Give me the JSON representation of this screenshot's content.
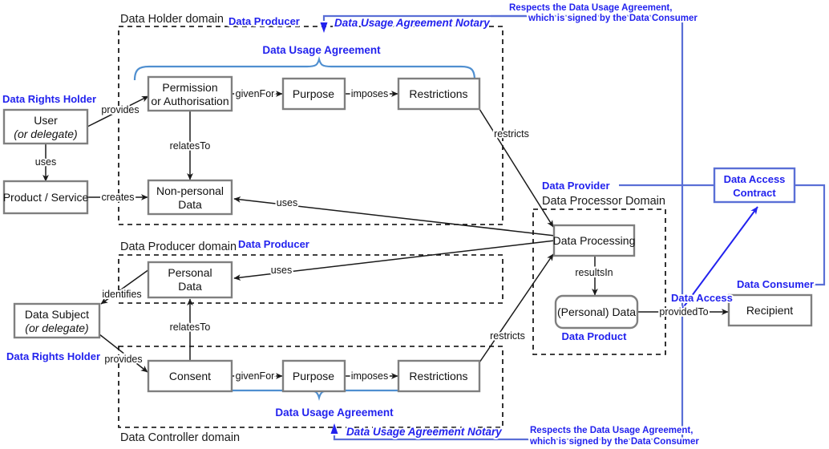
{
  "diagram": {
    "title": "Data Usage Agreement / Data Processing domain model",
    "colors": {
      "blue": "#2222ee",
      "brace_blue": "#4f8fd0",
      "box_border": "#7f7f7f",
      "dashed_border": "#000000",
      "text": "#000000",
      "background": "#ffffff"
    }
  },
  "domains": [
    {
      "id": "data-holder-domain",
      "label": "Data Holder domain"
    },
    {
      "id": "data-producer-domain",
      "label": "Data Producer domain"
    },
    {
      "id": "data-controller-domain",
      "label": "Data Controller domain"
    },
    {
      "id": "data-processor-domain",
      "label": "Data Processor Domain"
    }
  ],
  "boxes": [
    {
      "id": "user",
      "lines": [
        "User",
        "(or delegate)"
      ]
    },
    {
      "id": "product-service",
      "lines": [
        "Product / Service"
      ]
    },
    {
      "id": "permission",
      "lines": [
        "Permission",
        "or Authorisation"
      ]
    },
    {
      "id": "purpose-top",
      "lines": [
        "Purpose"
      ]
    },
    {
      "id": "restrictions-top",
      "lines": [
        "Restrictions"
      ]
    },
    {
      "id": "non-personal-data",
      "lines": [
        "Non-personal",
        "Data"
      ]
    },
    {
      "id": "personal-data",
      "lines": [
        "Personal",
        "Data"
      ]
    },
    {
      "id": "data-subject",
      "lines": [
        "Data Subject",
        "(or delegate)"
      ]
    },
    {
      "id": "consent",
      "lines": [
        "Consent"
      ]
    },
    {
      "id": "purpose-bottom",
      "lines": [
        "Purpose"
      ]
    },
    {
      "id": "restrictions-bottom",
      "lines": [
        "Restrictions"
      ]
    },
    {
      "id": "data-processing",
      "lines": [
        "Data Processing"
      ]
    },
    {
      "id": "personal-data-product",
      "lines": [
        "(Personal) Data"
      ]
    },
    {
      "id": "recipient",
      "lines": [
        "Recipient"
      ]
    },
    {
      "id": "data-access-contract",
      "lines": [
        "Data Access",
        "Contract"
      ]
    }
  ],
  "edge_labels": [
    {
      "id": "provides-top",
      "text": "provides"
    },
    {
      "id": "uses-left",
      "text": "uses"
    },
    {
      "id": "creates",
      "text": "creates"
    },
    {
      "id": "given-for-top",
      "text": "givenFor"
    },
    {
      "id": "imposes-top",
      "text": "imposes"
    },
    {
      "id": "relates-to-top",
      "text": "relatesTo"
    },
    {
      "id": "restricts-top",
      "text": "restricts"
    },
    {
      "id": "uses-non-personal",
      "text": "uses"
    },
    {
      "id": "uses-personal",
      "text": "uses"
    },
    {
      "id": "identifies",
      "text": "identifies"
    },
    {
      "id": "relates-to-bottom",
      "text": "relatesTo"
    },
    {
      "id": "provides-bottom",
      "text": "provides"
    },
    {
      "id": "given-for-bottom",
      "text": "givenFor"
    },
    {
      "id": "imposes-bottom",
      "text": "imposes"
    },
    {
      "id": "restricts-bottom",
      "text": "restricts"
    },
    {
      "id": "results-in",
      "text": "resultsIn"
    },
    {
      "id": "provided-to",
      "text": "providedTo"
    }
  ],
  "role_labels": [
    {
      "id": "data-rights-holder-top",
      "text": "Data Rights Holder"
    },
    {
      "id": "data-rights-holder-bottom",
      "text": "Data Rights Holder"
    },
    {
      "id": "data-producer-top",
      "text": "Data Producer"
    },
    {
      "id": "data-producer-bottom",
      "text": "Data Producer"
    },
    {
      "id": "data-provider",
      "text": "Data Provider"
    },
    {
      "id": "data-consumer",
      "text": "Data Consumer"
    },
    {
      "id": "data-access",
      "text": "Data Access"
    },
    {
      "id": "data-product",
      "text": "Data Product"
    }
  ],
  "brace_labels": [
    {
      "id": "data-usage-agreement-top",
      "text": "Data Usage Agreement"
    },
    {
      "id": "data-usage-agreement-bottom",
      "text": "Data Usage Agreement"
    }
  ],
  "notary_labels": [
    {
      "id": "notary-top",
      "text": "Data Usage Agreement Notary"
    },
    {
      "id": "notary-bottom",
      "text": "Data Usage Agreement Notary"
    }
  ],
  "respects_notes": [
    {
      "id": "respects-top",
      "line1": "Respects the Data Usage Agreement,",
      "line2": "which is signed by the Data Consumer"
    },
    {
      "id": "respects-bottom",
      "line1": "Respects the Data Usage Agreement,",
      "line2": "which is signed by the Data Consumer"
    }
  ]
}
